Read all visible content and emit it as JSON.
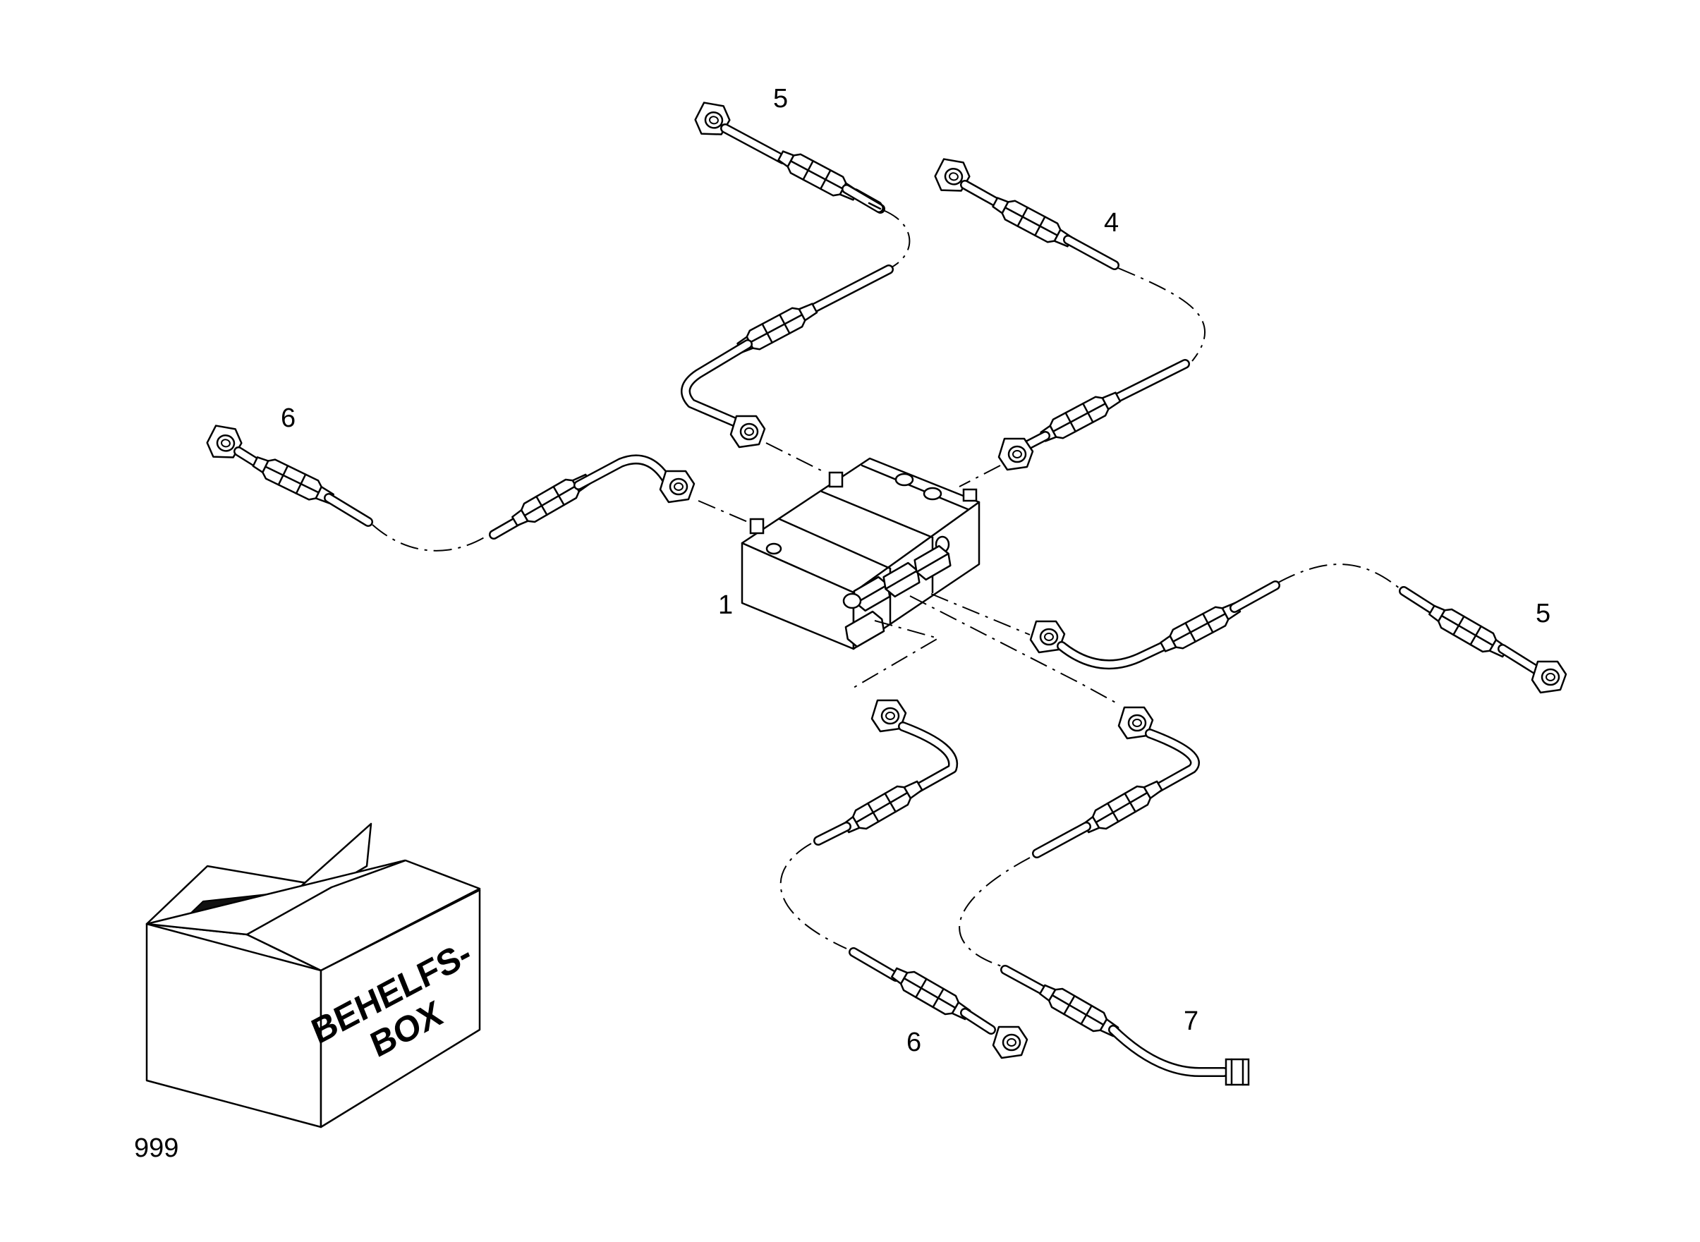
{
  "callouts": {
    "block": "1",
    "line_top_right": "4",
    "line_top": "5",
    "line_right": "5",
    "line_left": "6",
    "line_bottom": "6",
    "line_bottom_right": "7"
  },
  "box": {
    "label_line1": "BEHELFS-",
    "label_line2": "BOX",
    "item_number": "999"
  }
}
